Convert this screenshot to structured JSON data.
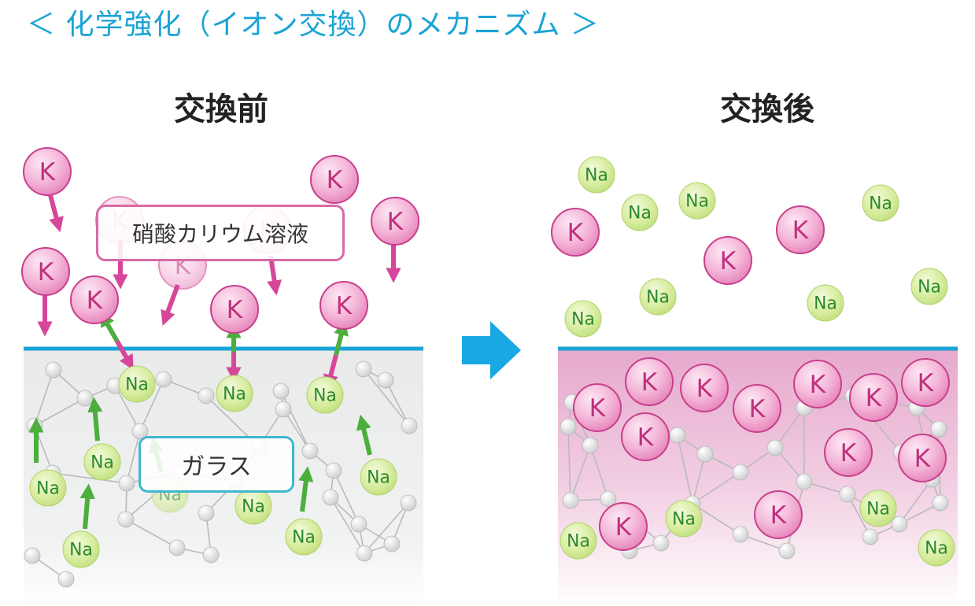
{
  "title": "＜ 化学強化（イオン交換）のメカニズム ＞",
  "headings": {
    "before": "交換前",
    "after": "交換後"
  },
  "labels": {
    "solution": "硝酸カリウム溶液",
    "glass": "ガラス"
  },
  "ions": {
    "potassium": "K",
    "sodium": "Na"
  },
  "colors": {
    "title": "#1aa3d6",
    "surface_line": "#1aa3d6",
    "potassium_fill": "#f4b6d8",
    "potassium_stroke": "#c8408c",
    "potassium_text": "#c0307e",
    "sodium_fill": "#d6ec9c",
    "sodium_text": "#2c8a2c",
    "arrow_pink": "#d6469a",
    "arrow_green": "#4cae3c",
    "transition_arrow": "#19a8e3"
  },
  "icons": {
    "transition": "right-arrow-icon"
  }
}
